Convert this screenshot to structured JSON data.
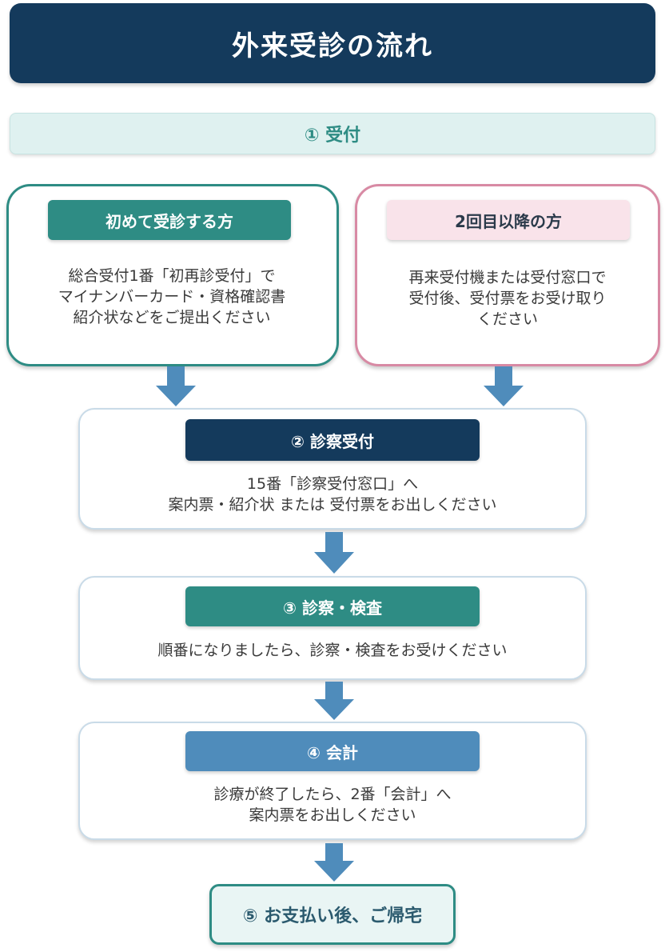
{
  "title": "外来受診の流れ",
  "step1": {
    "label": "① 受付"
  },
  "first_visit": {
    "label": "初めて受診する方",
    "lines": [
      "総合受付1番「初再診受付」で",
      "マイナンバーカード・資格確認書",
      "紹介状などをご提出ください"
    ]
  },
  "return_visit": {
    "label": "2回目以降の方",
    "lines": [
      "再来受付機または受付窓口で",
      "受付後、受付票をお受け取り",
      "ください"
    ]
  },
  "step2": {
    "label": "② 診察受付",
    "lines": [
      "15番「診察受付窓口」へ",
      "案内票・紹介状 または 受付票をお出しください"
    ]
  },
  "step3": {
    "label": "③ 診察・検査",
    "lines": [
      "順番になりましたら、診察・検査をお受けください"
    ]
  },
  "step4": {
    "label": "④ 会計",
    "lines": [
      "診療が終了したら、2番「会計」へ",
      "案内票をお出しください"
    ]
  },
  "step5": {
    "label": "⑤ お支払い後、ご帰宅"
  },
  "colors": {
    "navy": "#143a5c",
    "teal": "#2e8c84",
    "blue": "#4f8cbb",
    "pink_border": "#d88aa4",
    "pink_fill": "#f9e3ea",
    "light_teal": "#dff1f0",
    "arrow": "#4f8cbb"
  },
  "icons": [
    "down-arrow-icon"
  ]
}
